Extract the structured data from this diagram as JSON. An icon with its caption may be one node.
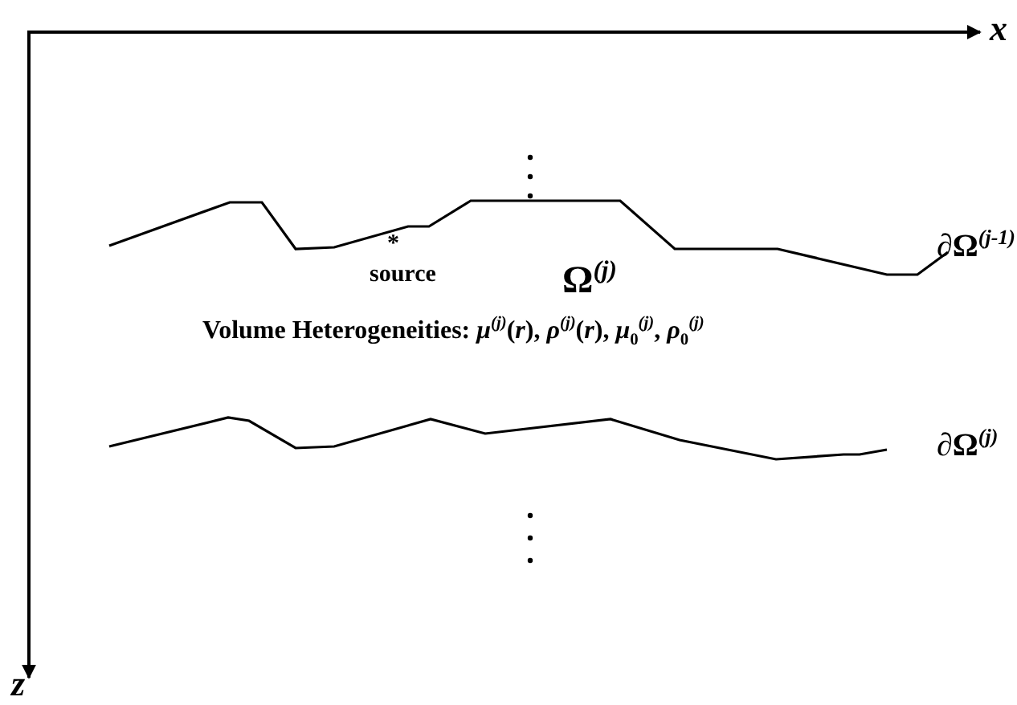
{
  "diagram": {
    "labels": [
      "x",
      "*",
      "∂Ω$^{(j-1)}$",
      "source",
      "Ω$^{(j)}$",
      "Volume Heterogeneities: *μ*$^{(j)}$(*r*), *ρ*$^{(j)}$(*r*), *μ*$_{0}$$^{(j)}$, *ρ*$_{0}$$^{(j)}$",
      "∂Ω$^{(j)}$",
      "z"
    ]
  }
}
